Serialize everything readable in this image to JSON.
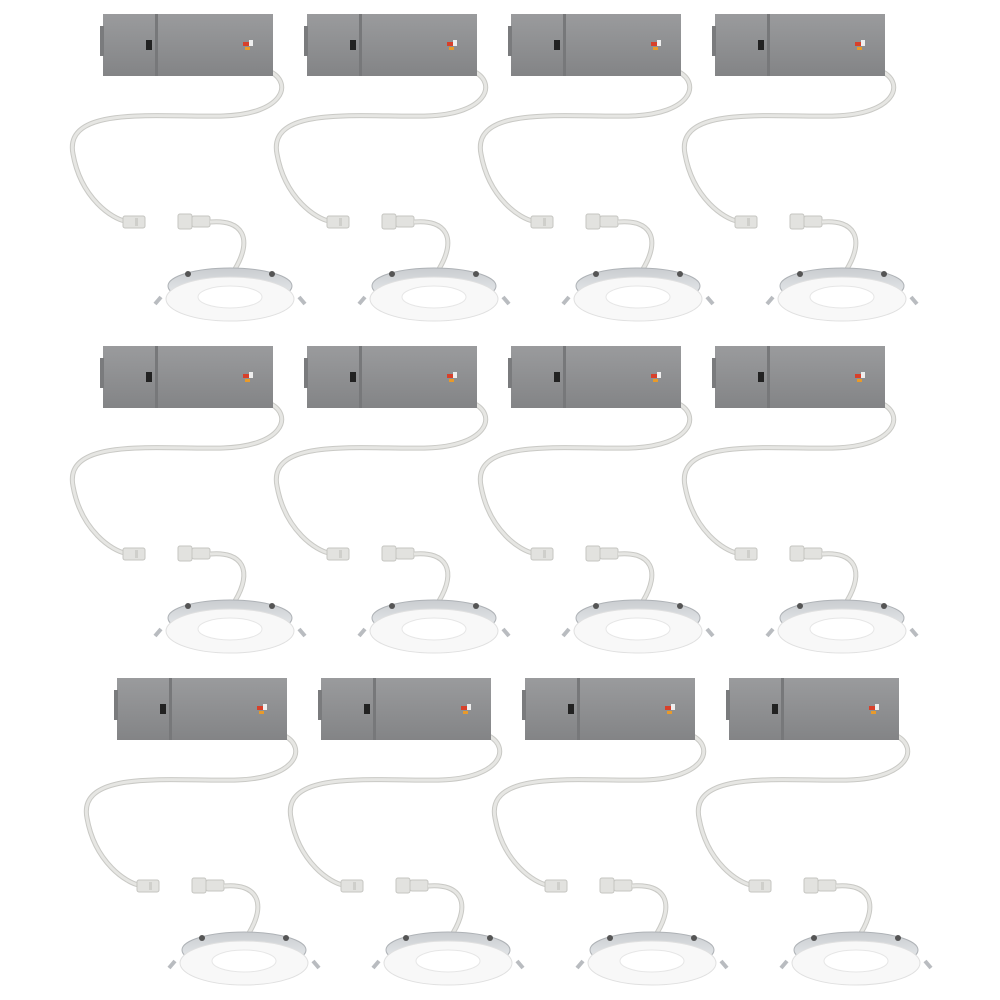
{
  "product": {
    "unit_count": 12,
    "rows": 3,
    "columns": 4,
    "components": [
      "junction-box",
      "cable",
      "connector",
      "recessed-light"
    ]
  },
  "colors": {
    "background": "#ffffff",
    "junction_box": "#8e8f91",
    "junction_box_dark": "#77787a",
    "cable": "#e3e3e0",
    "cable_edge": "#c9c9c5",
    "trim": "#f7f7f7",
    "bracket": "#b9bcc0",
    "label_red": "#d8402a",
    "label_orange": "#e89a2a"
  }
}
